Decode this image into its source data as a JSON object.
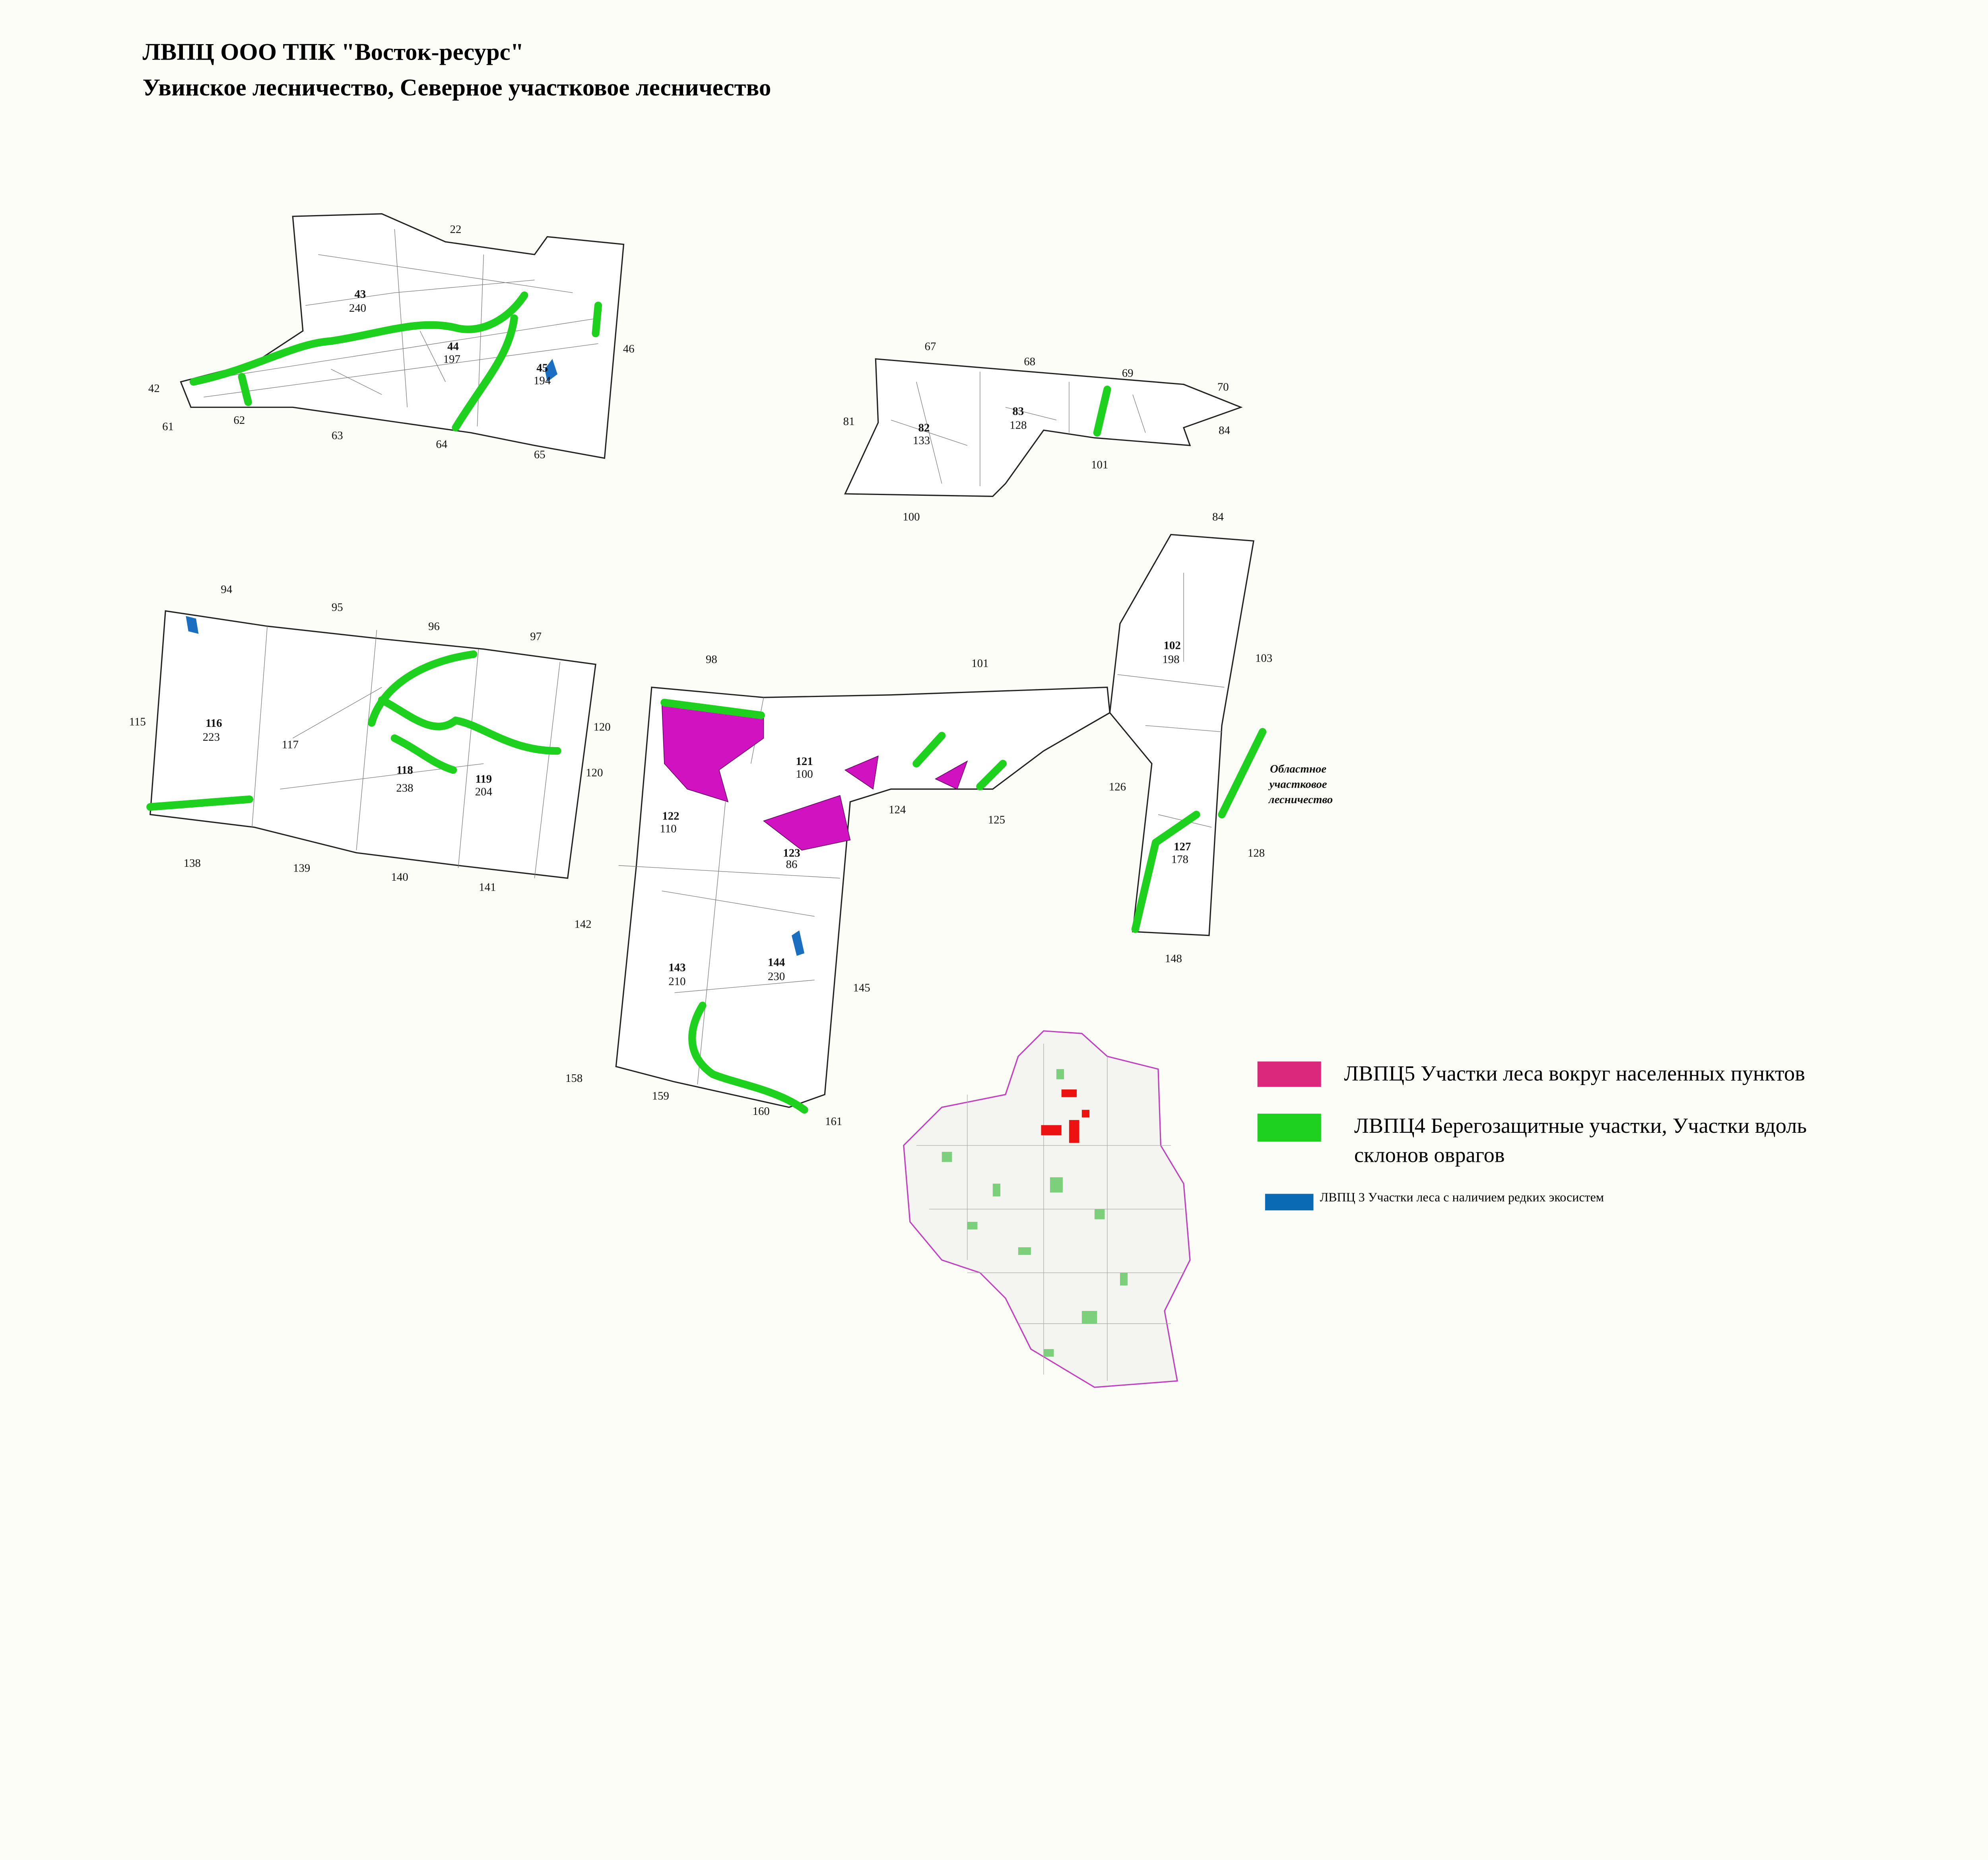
{
  "title": {
    "line1": "ЛВПЦ ООО ТПК \"Восток-ресурс\"",
    "line2": "Увинское лесничество, Северное участковое лесничество"
  },
  "blocks": {
    "b22": "22",
    "b43": "43",
    "b43a": "240",
    "b44": "44",
    "b44a": "197",
    "b45": "45",
    "b45a": "194",
    "b46": "46",
    "b42": "42",
    "b61": "61",
    "b62": "62",
    "b63": "63",
    "b64": "64",
    "b65": "65",
    "b67": "67",
    "b68": "68",
    "b69": "69",
    "b70": "70",
    "b81": "81",
    "b82": "82",
    "b82a": "133",
    "b83": "83",
    "b83a": "128",
    "b84": "84",
    "b101a": "101",
    "b100": "100",
    "b84b": "84",
    "b94": "94",
    "b95": "95",
    "b96": "96",
    "b97": "97",
    "b98": "98",
    "b101": "101",
    "b103": "103",
    "b102": "102",
    "b102a": "198",
    "b115": "115",
    "b116": "116",
    "b116a": "223",
    "b117": "117",
    "b118": "118",
    "b118a": "238",
    "b119": "119",
    "b119a": "204",
    "b120": "120",
    "b120b": "120",
    "b121": "121",
    "b121a": "100",
    "b122": "122",
    "b122a": "110",
    "b124": "124",
    "b125": "125",
    "b126": "126",
    "b127": "127",
    "b127a": "178",
    "b128": "128",
    "b123": "123",
    "b123a": "86",
    "b138": "138",
    "b139": "139",
    "b140": "140",
    "b141": "141",
    "b142": "142",
    "b143": "143",
    "b143a": "210",
    "b144": "144",
    "b144a": "230",
    "b145": "145",
    "b148": "148",
    "b158": "158",
    "b159": "159",
    "b160": "160",
    "b161": "161"
  },
  "regional_forestry": [
    "Областное",
    "участковое",
    "лесничество"
  ],
  "legend": {
    "items": [
      {
        "label": "ЛВПЦ5 Участки леса вокруг населенных пунктов",
        "color": "#dc287c"
      },
      {
        "label_line1": "ЛВПЦ4 Берегозащитные участки, Участки вдоль",
        "label_line2": "склонов оврагов",
        "color": "#1ed11e"
      },
      {
        "label": "ЛВПЦ 3 Участки леса с наличием редких экосистем",
        "color": "#0a6ab4"
      }
    ]
  }
}
